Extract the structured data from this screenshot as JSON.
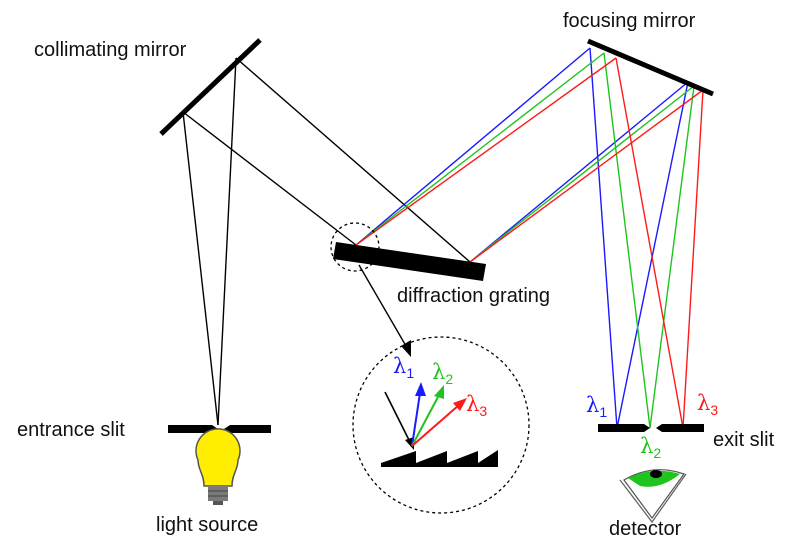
{
  "labels": {
    "collimating_mirror": "collimating mirror",
    "focusing_mirror": "focusing mirror",
    "diffraction_grating": "diffraction grating",
    "entrance_slit": "entrance slit",
    "exit_slit": "exit slit",
    "light_source": "light source",
    "detector": "detector"
  },
  "wavelengths": [
    {
      "symbol": "λ",
      "index": "1",
      "color": "#1a1aff"
    },
    {
      "symbol": "λ",
      "index": "2",
      "color": "#1fc41f"
    },
    {
      "symbol": "λ",
      "index": "3",
      "color": "#ff1a1a"
    }
  ],
  "colors": {
    "background": "#ffffff",
    "ray": "#000000",
    "bulb": "#ffee00",
    "blue": "#1a1aff",
    "green": "#1fc41f",
    "red": "#ff1a1a"
  }
}
